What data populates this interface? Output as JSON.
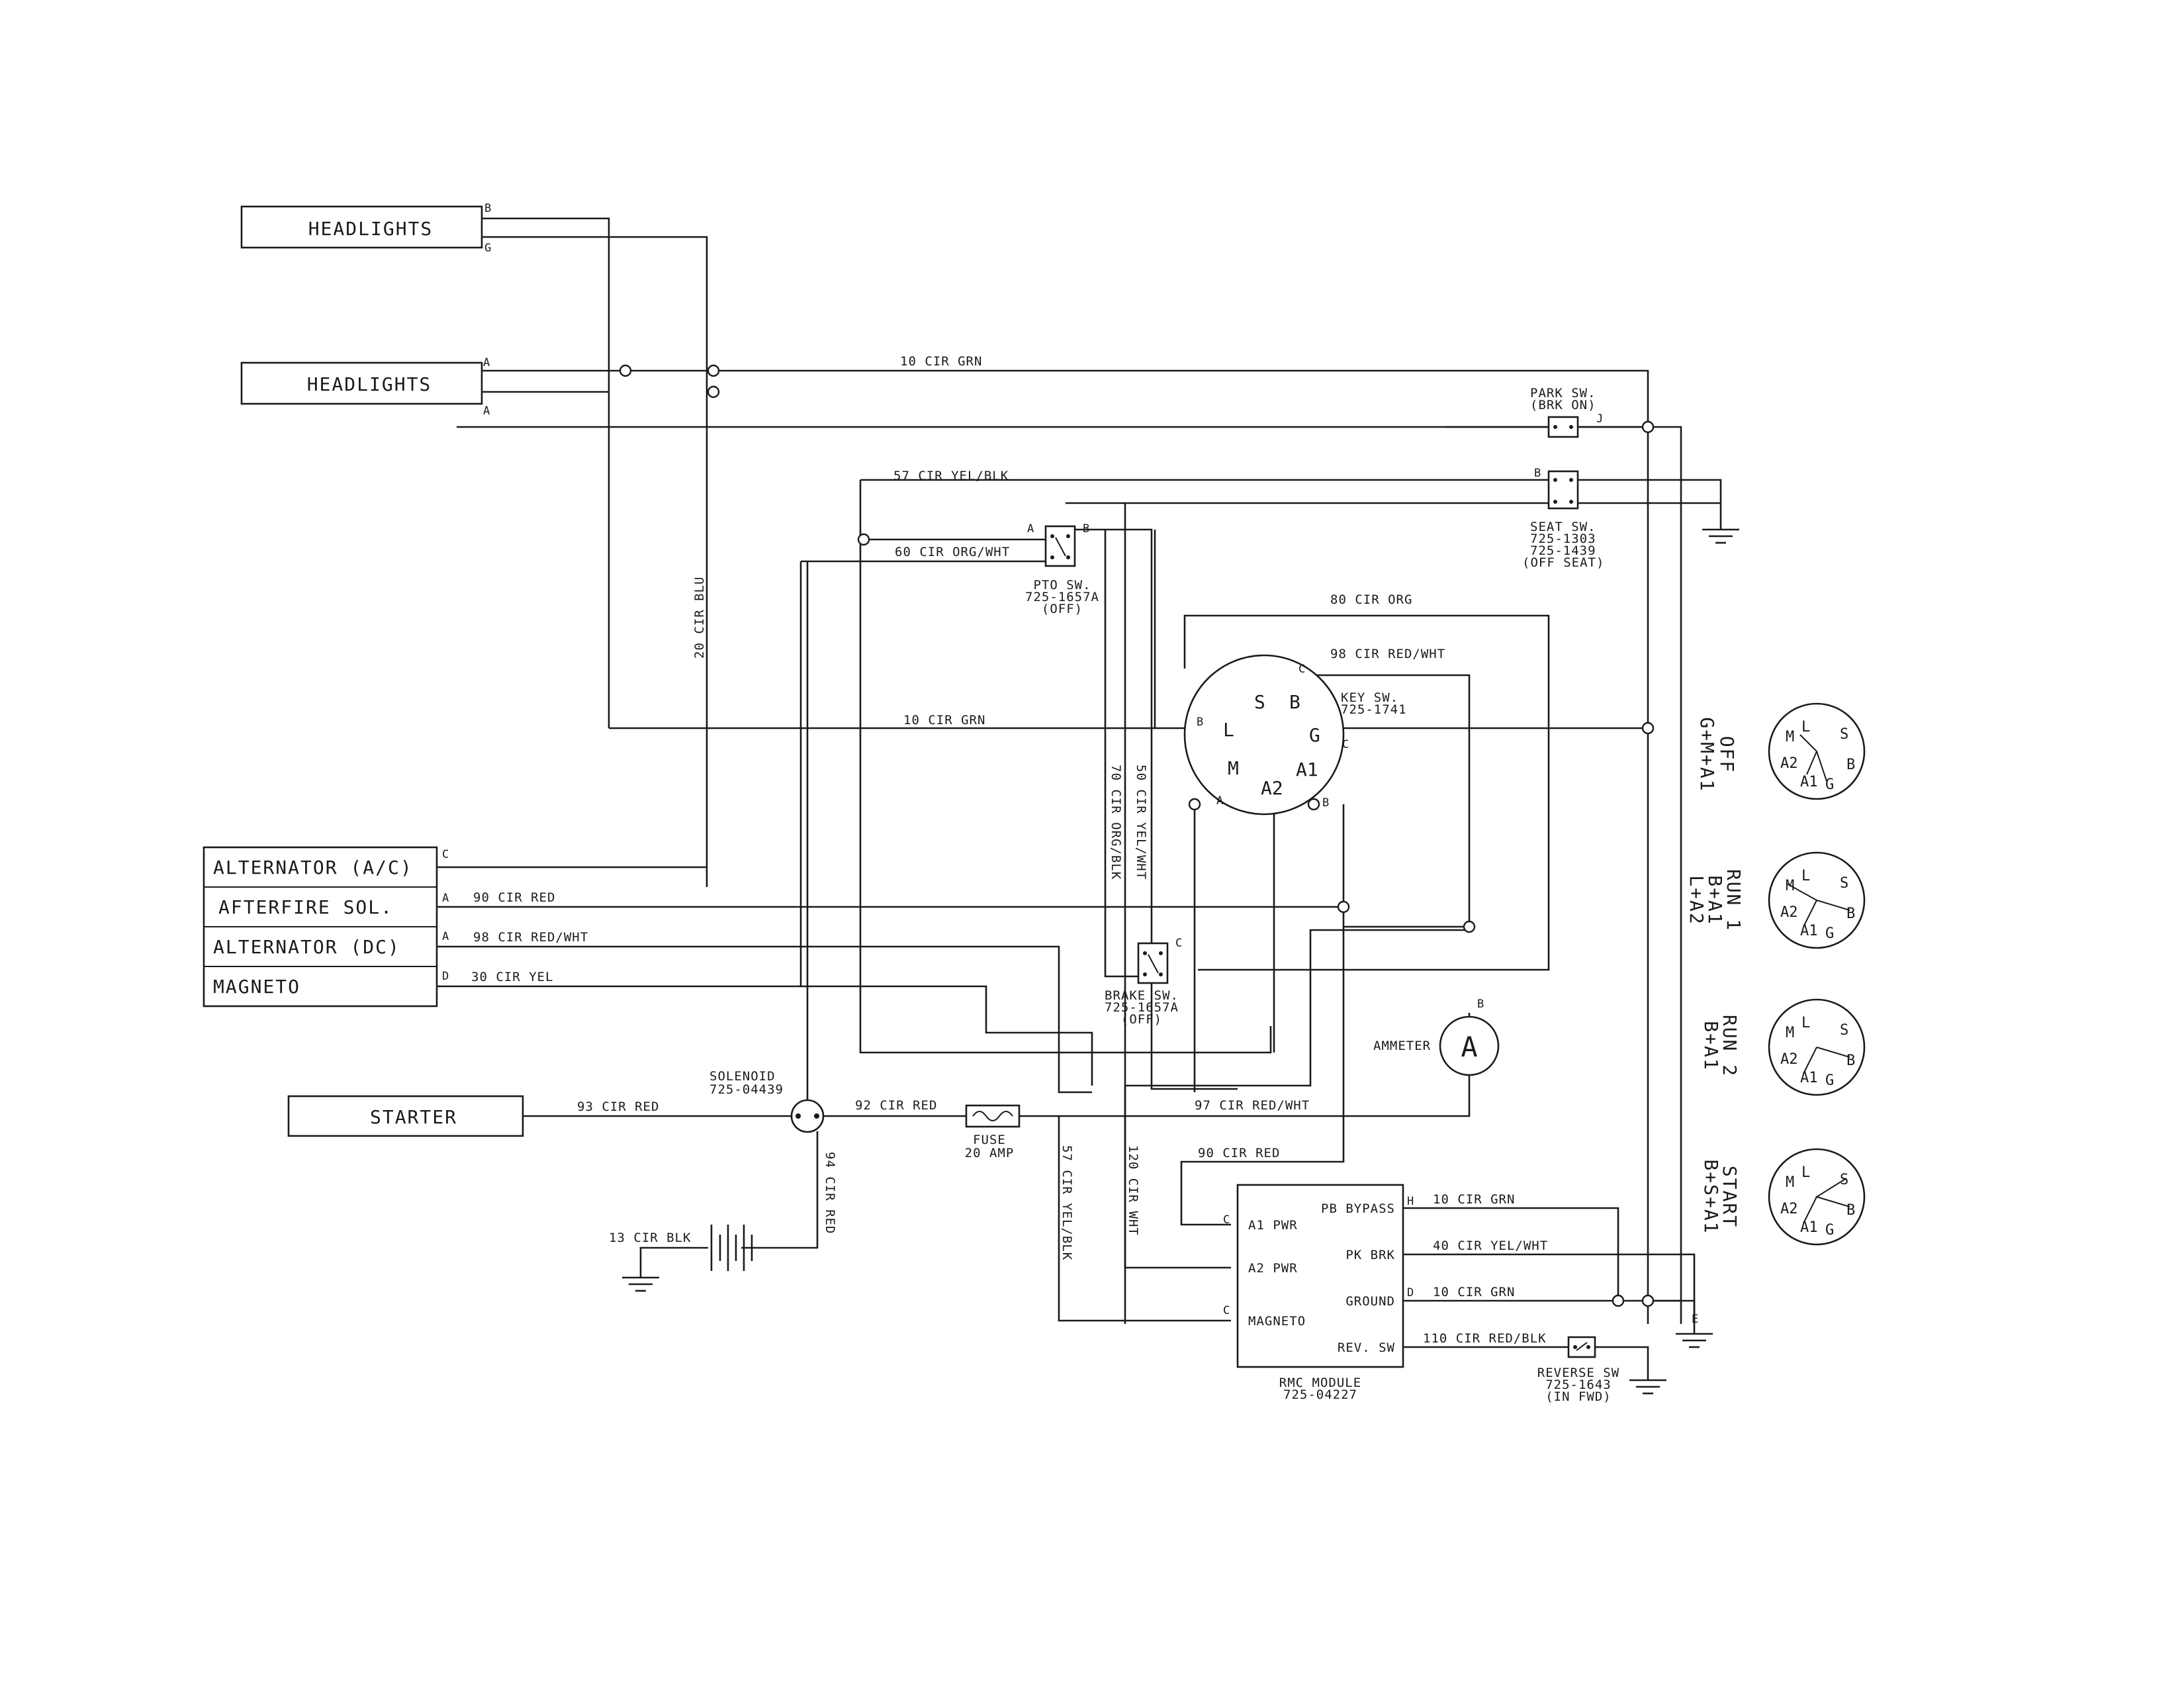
{
  "components": {
    "headlights_1": "HEADLIGHTS",
    "headlights_2": "HEADLIGHTS",
    "alternator_ac": "ALTERNATOR (A/C)",
    "afterfire_sol": "AFTERFIRE SOL.",
    "alternator_dc": "ALTERNATOR (DC)",
    "magneto": "MAGNETO",
    "starter": "STARTER",
    "solenoid": [
      "SOLENOID",
      "725-04439"
    ],
    "fuse": [
      "FUSE",
      "20 AMP"
    ],
    "park_sw": [
      "PARK SW.",
      "(BRK ON)"
    ],
    "seat_sw": [
      "SEAT SW.",
      "725-1303",
      "725-1439",
      "(OFF SEAT)"
    ],
    "pto_sw": [
      "PTO SW.",
      "725-1657A",
      "(OFF)"
    ],
    "brake_sw": [
      "BRAKE SW.",
      "725-1657A",
      "(OFF)"
    ],
    "key_sw": [
      "KEY SW.",
      "725-1741"
    ],
    "ammeter": "AMMETER",
    "ammeter_symbol": "A",
    "rmc_module": {
      "title": [
        "RMC MODULE",
        "725-04227"
      ],
      "pins_left": [
        "A1 PWR",
        "A2 PWR",
        "MAGNETO"
      ],
      "pins_right": [
        "PB BYPASS",
        "PK BRK",
        "GROUND",
        "REV. SW"
      ]
    },
    "reverse_sw": [
      "REVERSE SW",
      "725-1643",
      "(IN FWD)"
    ]
  },
  "wires": {
    "w10_grn_top": "10 CIR GRN",
    "w57_yel_blk": "57 CIR YEL/BLK",
    "w60_org_wht": "60 CIR ORG/WHT",
    "w80_org": "80 CIR ORG",
    "w98_red_wht_key": "98 CIR RED/WHT",
    "w10_grn_mid": "10 CIR GRN",
    "w20_blu": "20 CIR BLU",
    "w70_org_blk": "70 CIR ORG/BLK",
    "w50_yel_wht": "50 CIR YEL/WHT",
    "w90_red": "90 CIR RED",
    "w98_red_wht": "98 CIR RED/WHT",
    "w30_yel": "30 CIR YEL",
    "w93_red": "93 CIR RED",
    "w92_red": "92 CIR RED",
    "w97_red_wht": "97 CIR RED/WHT",
    "w94_red": "94 CIR RED",
    "w13_blk": "13 CIR BLK",
    "w57_yel_blk_v": "57 CIR YEL/BLK",
    "w120_wht": "120 CIR WHT",
    "w90_red_rmc": "90 CIR RED",
    "w10_grn_pb": "10 CIR GRN",
    "w40_yel_wht": "40 CIR YEL/WHT",
    "w10_grn_gnd": "10 CIR GRN",
    "w110_red_blk": "110 CIR RED/BLK"
  },
  "terminals": {
    "hl1_b": "B",
    "hl1_g": "G",
    "hl2_a1": "A",
    "hl2_a2": "A",
    "alt_c": "C",
    "aft_a": "A",
    "altdc_a": "A",
    "mag_d": "D",
    "park_j": "J",
    "seat_b": "B",
    "pto_a": "A",
    "pto_b": "B",
    "brake_c": "C",
    "key_b_left": "B",
    "key_c_top": "C",
    "key_c_right": "C",
    "key_a_bottom": "A",
    "key_b_bottom": "B",
    "ammeter_b": "B",
    "rmc_c1": "C",
    "rmc_c2": "C",
    "rmc_h": "H",
    "rmc_d": "D",
    "ground_e": "E"
  },
  "key_switch_face": [
    "S",
    "B",
    "L",
    "G",
    "M",
    "A1",
    "A2"
  ],
  "key_positions": [
    {
      "name": "OFF",
      "combo": "G+M+A1",
      "letters": [
        "L",
        "M",
        "S",
        "B",
        "A2",
        "A1",
        "G"
      ]
    },
    {
      "name": "RUN 1",
      "combo": [
        "B+A1",
        "L+A2"
      ],
      "letters": [
        "L",
        "M",
        "S",
        "B",
        "A2",
        "A1",
        "G"
      ]
    },
    {
      "name": "RUN 2",
      "combo": "B+A1",
      "letters": [
        "L",
        "M",
        "S",
        "B",
        "A2",
        "A1",
        "G"
      ]
    },
    {
      "name": "START",
      "combo": "B+S+A1",
      "letters": [
        "L",
        "M",
        "S",
        "B",
        "A2",
        "A1",
        "G"
      ]
    }
  ]
}
